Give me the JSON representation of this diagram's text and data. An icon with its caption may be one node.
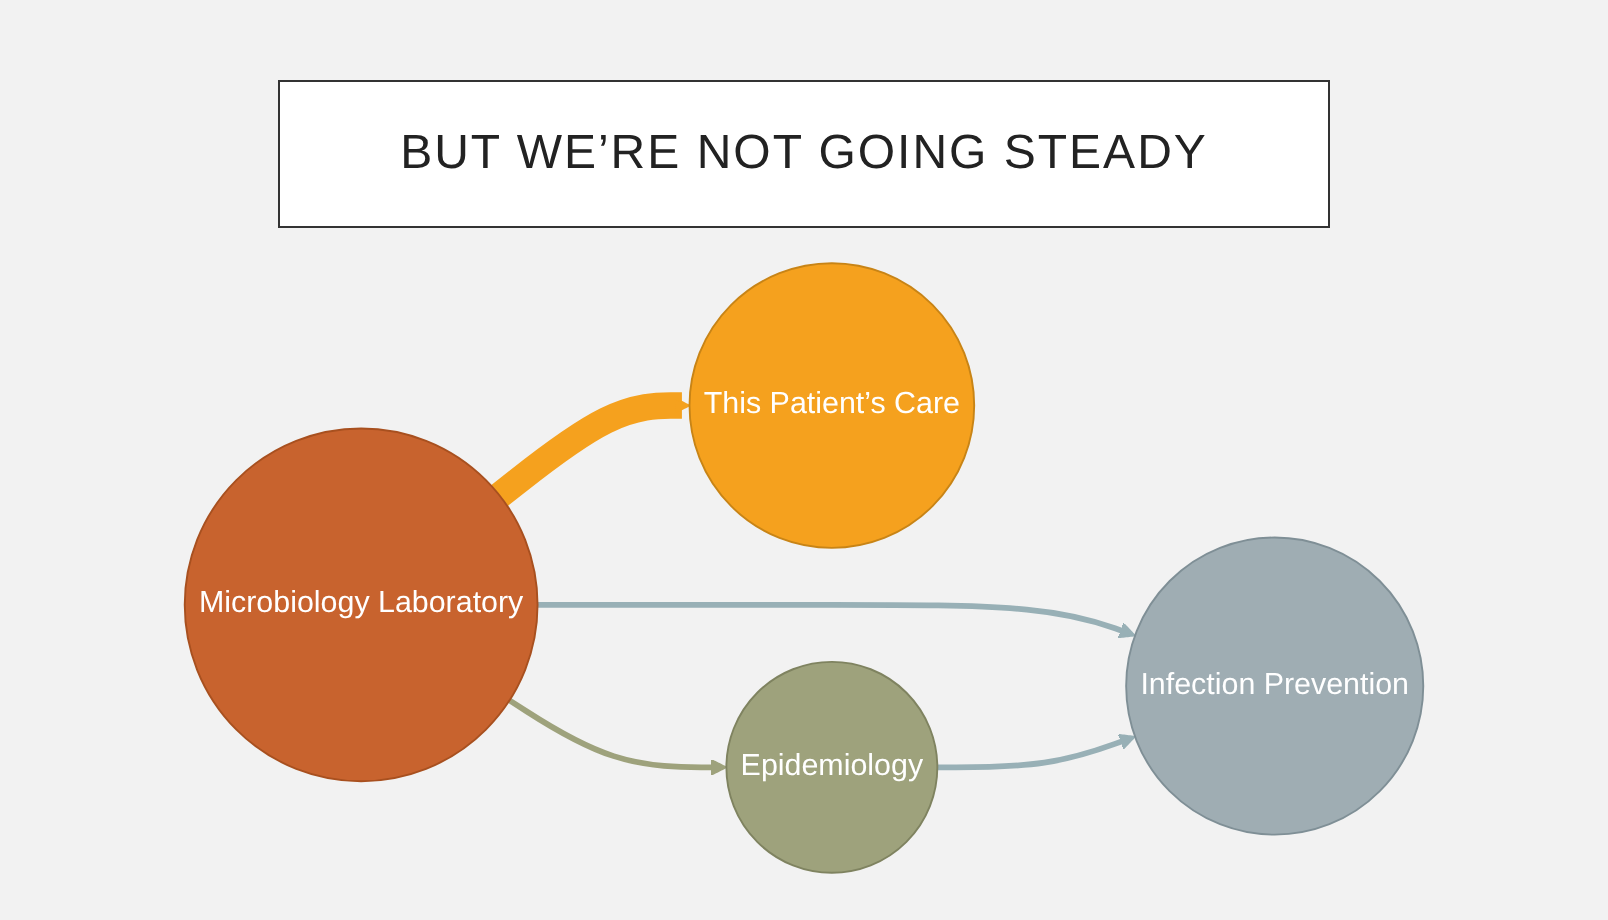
{
  "diagram": {
    "title": "BUT WE’RE NOT GOING STEADY",
    "nodes": [
      {
        "text": [
          "Microbiology Laboratory"
        ]
      },
      {
        "text": [
          "This Patient’s Care"
        ]
      },
      {
        "text": [
          "Infection Prevention"
        ]
      },
      {
        "text": [
          "Epidemiology"
        ]
      }
    ],
    "edges": [
      {
        "from": 0,
        "to": 1,
        "arrow": "to",
        "style": "thick",
        "color": "#f5a11e"
      },
      {
        "from": 0,
        "to": 2,
        "arrow": "to",
        "color": "#98b0b6"
      },
      {
        "from": 0,
        "to": 3,
        "arrow": "to",
        "color": "#9ea27c"
      },
      {
        "from": 3,
        "to": 2,
        "arrow": "to",
        "color": "#98b0b6"
      }
    ]
  }
}
